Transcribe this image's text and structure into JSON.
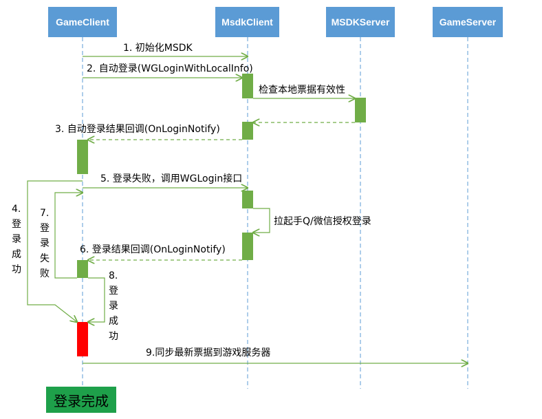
{
  "participants": [
    {
      "id": "gameclient",
      "label": "GameClient"
    },
    {
      "id": "msdkclient",
      "label": "MsdkClient"
    },
    {
      "id": "msdkserver",
      "label": "MSDKServer"
    },
    {
      "id": "gameserver",
      "label": "GameServer"
    }
  ],
  "messages": {
    "m1": "1. 初始化MSDK",
    "m2": "2. 自动登录(WGLoginWithLocalInfo)",
    "m_check": "检查本地票据有效性",
    "m3": "3. 自动登录结果回调(OnLoginNotify)",
    "m5": "5. 登录失败，调用WGLogin接口",
    "m_pull": "拉起手Q/微信授权登录",
    "m6": "6. 登录结果回调(OnLoginNotify)",
    "m9": "9.同步最新票据到游戏服务器"
  },
  "side_labels": {
    "l4": "4.\n登\n录\n成\n功",
    "l7": "7.\n登\n录\n失\n败",
    "l8": "8.\n登\n录\n成\n功"
  },
  "done_label": "登录完成",
  "colors": {
    "participant_fill": "#5b9bd5",
    "activation_fill": "#70ad47",
    "line_color": "#70ad47",
    "highlight_fill": "#ff0000",
    "done_fill": "#1ea04a",
    "lifeline": "#5b9bd5"
  }
}
